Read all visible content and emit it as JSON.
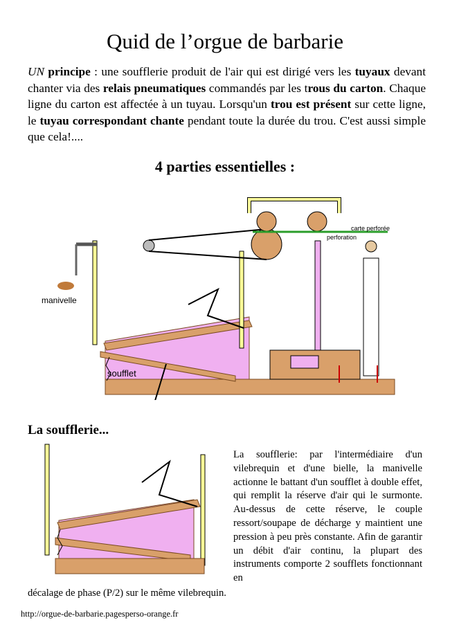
{
  "title": "Quid de l’orgue de barbarie",
  "intro": {
    "s1": "UN",
    "s2": " ",
    "s3": "principe",
    "s4": " : une soufflerie produit de l'air qui est dirigé vers les ",
    "s5": "tuyaux",
    "s6": " devant chanter via des ",
    "s7": "relais pneumatiques",
    "s8": " commandés par les t",
    "s9": "rous du carton",
    "s10": ". Chaque ligne du carton est affectée à un tuyau. Lorsqu'un ",
    "s11": "trou est présent",
    "s12": " sur cette ligne, le ",
    "s13": "tuyau correspondant chante",
    "s14": " pendant toute la durée du trou. C'est aussi simple que cela!...."
  },
  "section_title": "4 parties essentielles :",
  "diagram_labels": {
    "manivelle": "manivelle",
    "soufflet": "soufflet",
    "carte": "carte perforée",
    "perforation": "perforation"
  },
  "soufflerie_title": "La soufflerie...",
  "soufflerie_text": "La soufflerie: par l'intermédiaire d'un vilebrequin et d'une bielle, la manivelle actionne le battant d'un soufflet à double effet, qui remplit la réserve d'air qui le surmonte. Au-dessus de cette réserve, le couple ressort/soupape de décharge y maintient une pression à peu près constante. Afin de garantir un débit d'air continu, la plupart des instruments comporte 2 soufflets fonctionnant en",
  "soufflerie_text_end": "décalage de phase (P/2) sur le même vilebrequin.",
  "url": "http://orgue-de-barbarie.pagesperso-orange.fr",
  "colors": {
    "wood": "#d9a06a",
    "pink": "#f0b0f0",
    "yellow": "#ffff99",
    "green": "#2a9d2a",
    "red": "#cc0000"
  }
}
